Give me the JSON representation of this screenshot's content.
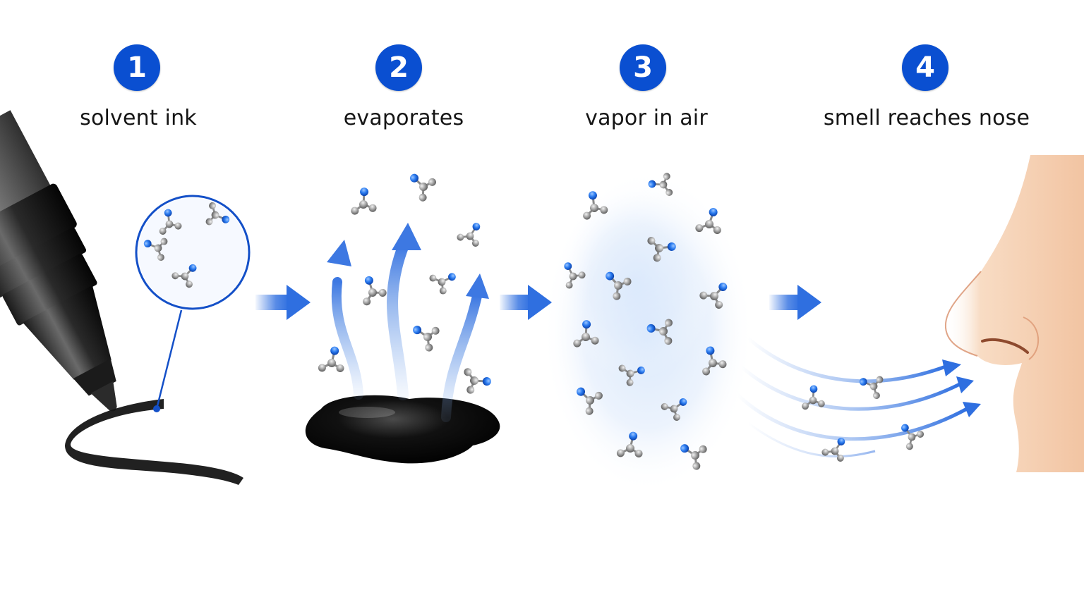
{
  "steps": [
    {
      "number": "1",
      "label": "solvent ink"
    },
    {
      "number": "2",
      "label": "evaporates"
    },
    {
      "number": "3",
      "label": "vapor in air"
    },
    {
      "number": "4",
      "label": "smell reaches nose"
    }
  ],
  "colors": {
    "badge": "#0a4fd1",
    "arrow": "#2f6fe0",
    "molecule_blue": "#1f6fe8",
    "molecule_gray": "#9a9a9a",
    "ink": "#0d0d0d",
    "vapor_cloud": "#dceafb",
    "skin": "#f6d2b6"
  },
  "icons": [
    "marker-pen-icon",
    "magnifier-lens-icon",
    "ink-puddle-icon",
    "vapor-cloud-icon",
    "nose-icon",
    "molecule-icon",
    "flow-arrow-icon"
  ]
}
